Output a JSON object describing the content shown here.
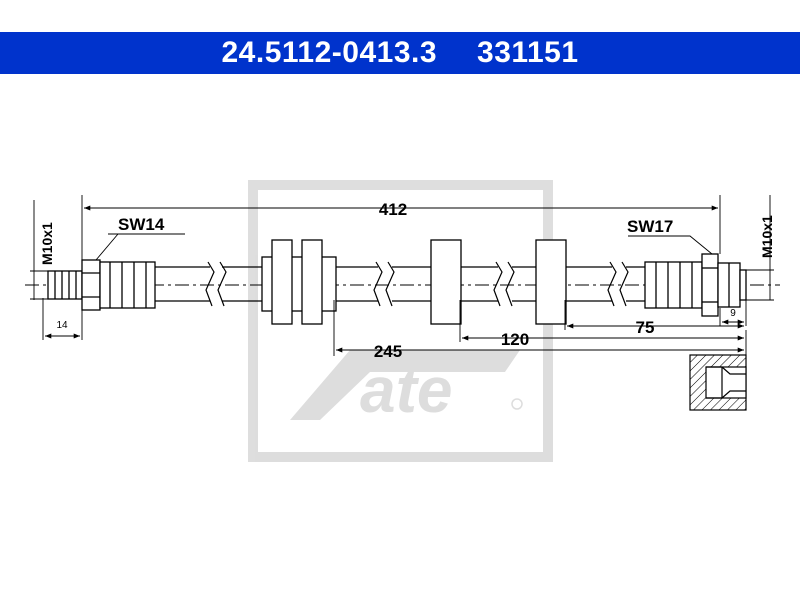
{
  "header": {
    "part_number": "24.5112-0413.3",
    "ref_number": "331151",
    "background_color": "#0033cc",
    "text_color": "#ffffff"
  },
  "dimensions": {
    "total_length": "412",
    "left_thread": "M10x1",
    "right_thread": "M10x1",
    "left_wrench": "SW14",
    "right_wrench": "SW17",
    "left_thread_length": "14",
    "right_thread_length": "9",
    "dist_245": "245",
    "dist_120": "120",
    "dist_75": "75"
  },
  "watermark": {
    "brand_icon": "ate-logo-watermark"
  }
}
